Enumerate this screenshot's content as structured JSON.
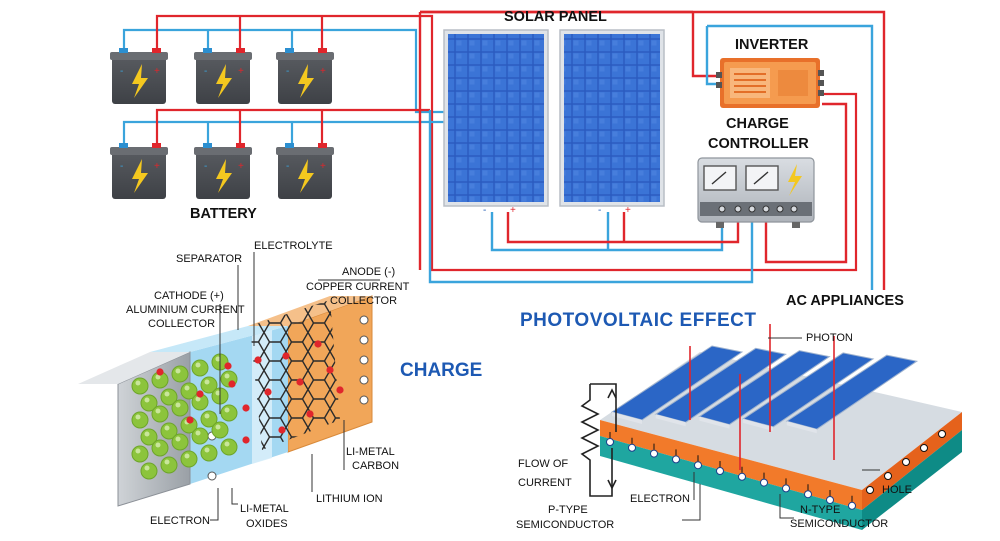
{
  "labels": {
    "solar_panel": "SOLAR PANEL",
    "inverter": "INVERTER",
    "charge_controller_1": "CHARGE",
    "charge_controller_2": "CONTROLLER",
    "battery": "BATTERY",
    "ac_appliances": "AC APPLIANCES",
    "photovoltaic_effect": "PHOTOVOLTAIC  EFFECT",
    "charge": "CHARGE",
    "separator": "SEPARATOR",
    "electrolyte": "ELECTROLYTE",
    "anode_1": "ANODE (-)",
    "anode_2": "COPPER CURRENT",
    "anode_3": "COLLECTOR",
    "cathode_1": "CATHODE (+)",
    "cathode_2": "ALUMINIUM CURRENT",
    "cathode_3": "COLLECTOR",
    "li_metal_carbon_1": "LI-METAL",
    "li_metal_carbon_2": "CARBON",
    "lithium_ion": "LITHIUM ION",
    "electron_left": "ELECTRON",
    "li_metal_oxides_1": "LI-METAL",
    "li_metal_oxides_2": "OXIDES",
    "photon": "PHOTON",
    "flow_1": "FLOW OF",
    "flow_2": "CURRENT",
    "electron_right": "ELECTRON",
    "hole": "HOLE",
    "p_type_1": "P-TYPE",
    "p_type_2": "SEMICONDUCTOR",
    "n_type_1": "N-TYPE",
    "n_type_2": "SEMICONDUCTOR",
    "minus": "-",
    "plus": "+"
  },
  "colors": {
    "wire_red": "#e0262c",
    "wire_blue": "#3aa4dc",
    "panel_blue": "#2d5fc4",
    "battery_body": "#4a4d52",
    "bolt_yellow": "#f4c81f",
    "inverter_orange": "#f08a32",
    "pv_title_blue": "#1d59b3",
    "cathode_green": "#8cc43c",
    "anode_orange": "#f1a659"
  },
  "icons": {
    "battery": "lightning-bolt-icon",
    "controller": "lightning-bolt-icon"
  }
}
